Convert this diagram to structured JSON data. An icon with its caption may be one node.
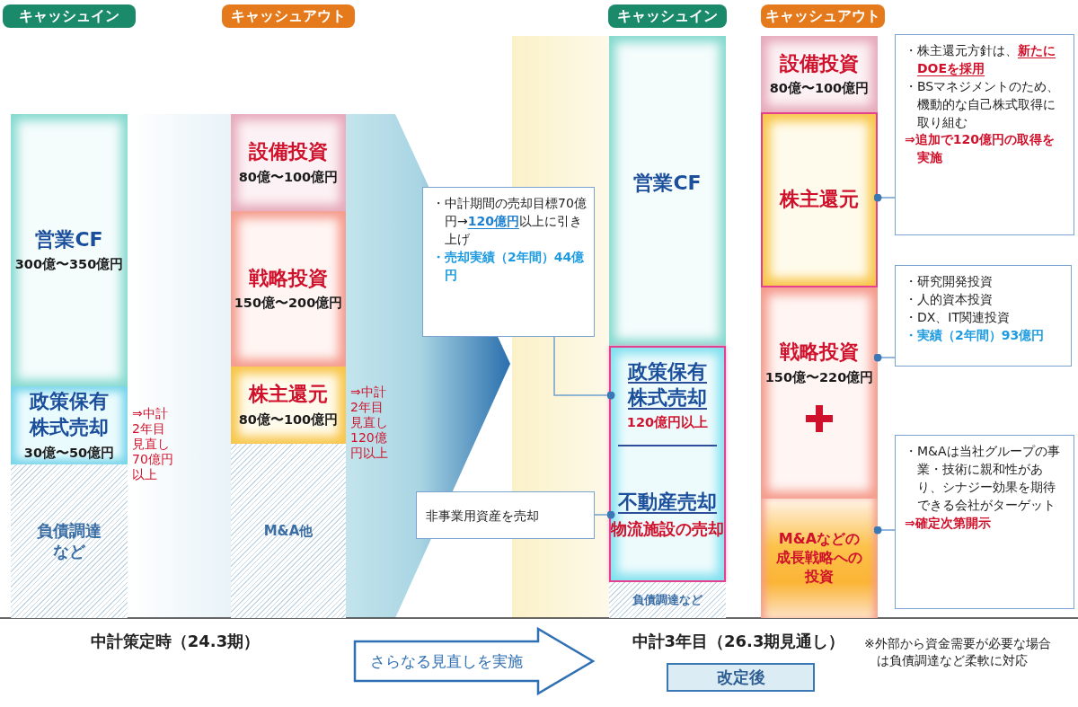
{
  "diagram": {
    "nodes": [
      {
        "text": [
          "キャッシュイン"
        ]
      },
      {
        "text": [
          "キャッシュアウト"
        ]
      },
      {
        "text": [
          "キャッシュイン"
        ]
      },
      {
        "text": [
          "キャッシュアウト"
        ]
      },
      {
        "text": [
          "営業CF",
          "300億〜350億円"
        ]
      },
      {
        "text": [
          "政策保有株式売却",
          "30億〜50億円"
        ],
        "beside": [
          "⇒中計2年目見直し70億円以上"
        ]
      },
      {
        "text": [
          "負債調達など"
        ]
      },
      {
        "text": [
          "設備投資",
          "80億〜100億円"
        ]
      },
      {
        "text": [
          "戦略投資",
          "150億〜200億円"
        ]
      },
      {
        "text": [
          "株主還元",
          "80億〜100億円"
        ],
        "beside": [
          "⇒中計2年目見直し120億円以上"
        ]
      },
      {
        "text": [
          "M&A他"
        ]
      },
      {
        "text": [
          "・中計期間の売却目標70億円→**120億円**以上に引き上げ",
          "・売却実績（2年間）44億円"
        ]
      },
      {
        "text": [
          "非事業用資産を売却"
        ]
      },
      {
        "text": [
          "営業CF"
        ]
      },
      {
        "text": [],
        "shape": "box"
      },
      {
        "text": [
          "政策保有株式売却",
          "120億円以上"
        ],
        "in": 14
      },
      {
        "text": [
          "不動産売却",
          "物流施設の売却"
        ],
        "in": 14
      },
      {
        "text": [
          "負債調達など"
        ]
      },
      {
        "text": [
          "設備投資",
          "80億〜100億円"
        ]
      },
      {
        "text": [
          "株主還元"
        ]
      },
      {
        "text": [
          "戦略投資",
          "150億〜220億円"
        ]
      },
      {
        "text": [
          "M&Aなどの成長戦略への投資"
        ]
      },
      {
        "text": [
          "・株主還元方針は、**新たにDOEを採用**",
          "・BSマネジメントのため、機動的な自己株式取得に取り組む",
          "⇒追加で120億円の取得を実施"
        ]
      },
      {
        "text": [
          "・研究開発投資",
          "・人的資本投資",
          "・DX、IT関連投資",
          "・実績（2年間）93億円"
        ]
      },
      {
        "text": [
          "・M&Aは当社グループの事業・技術に親和性があり、シナジー効果を期待できる会社がターゲット",
          "⇒確定次第開示"
        ]
      },
      {
        "text": [
          "さらなる見直しを実施"
        ]
      },
      {
        "text": [
          "改定後"
        ]
      }
    ],
    "edges": [
      {
        "from": 11,
        "to": 15,
        "arrow": "other"
      },
      {
        "from": 12,
        "to": 16,
        "arrow": "other"
      },
      {
        "from": 22,
        "to": 19,
        "arrow": "other"
      },
      {
        "from": 23,
        "to": 20,
        "arrow": "other"
      },
      {
        "from": 24,
        "to": 21,
        "arrow": "other"
      }
    ],
    "labels": [
      "中計策定時（24.3期）",
      "中計3年目（26.3期見通し）",
      "※外部から資金需要が必要な場合は負債調達など柔軟に対応"
    ]
  }
}
